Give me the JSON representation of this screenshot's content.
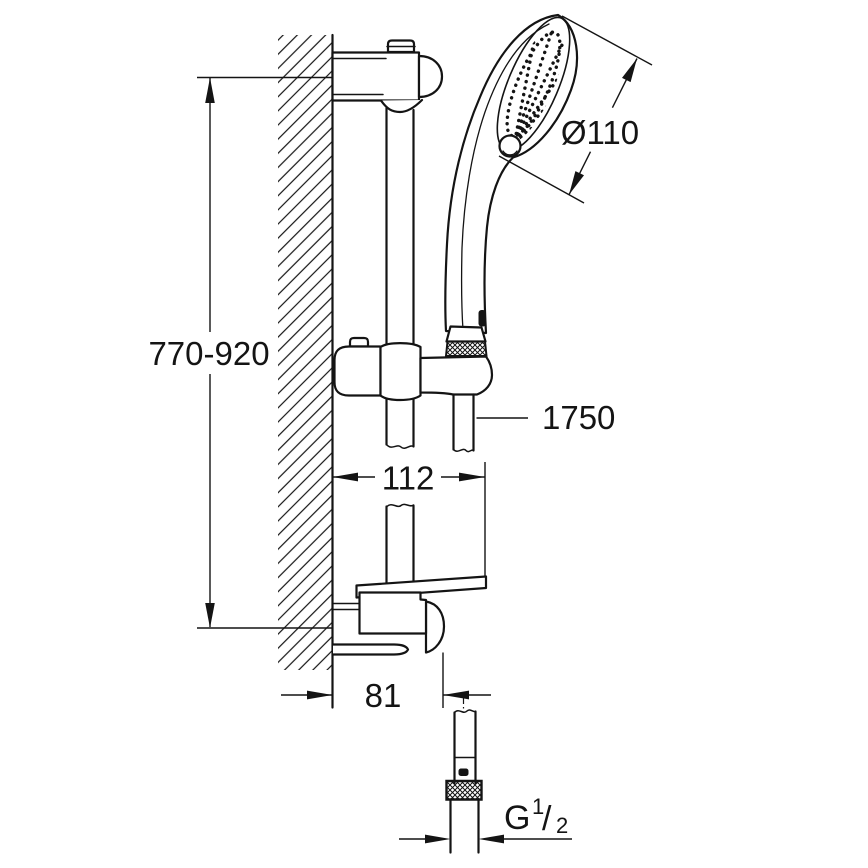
{
  "page": {
    "background_color": "#ffffff",
    "line_color": "#141414"
  },
  "diagram": {
    "type": "technical-dimension-drawing",
    "subject": "wall-mounted shower rail set with hand shower, shower hose and bottom connector",
    "labels": {
      "height_range": "770-920",
      "head_diameter": "Ø110",
      "hose_length": "1750",
      "wall_to_tray": "112",
      "wall_to_outlet": "81",
      "thread_prefix": "G",
      "thread_numerator": "1",
      "thread_slash": "/",
      "thread_denominator": "2"
    }
  }
}
